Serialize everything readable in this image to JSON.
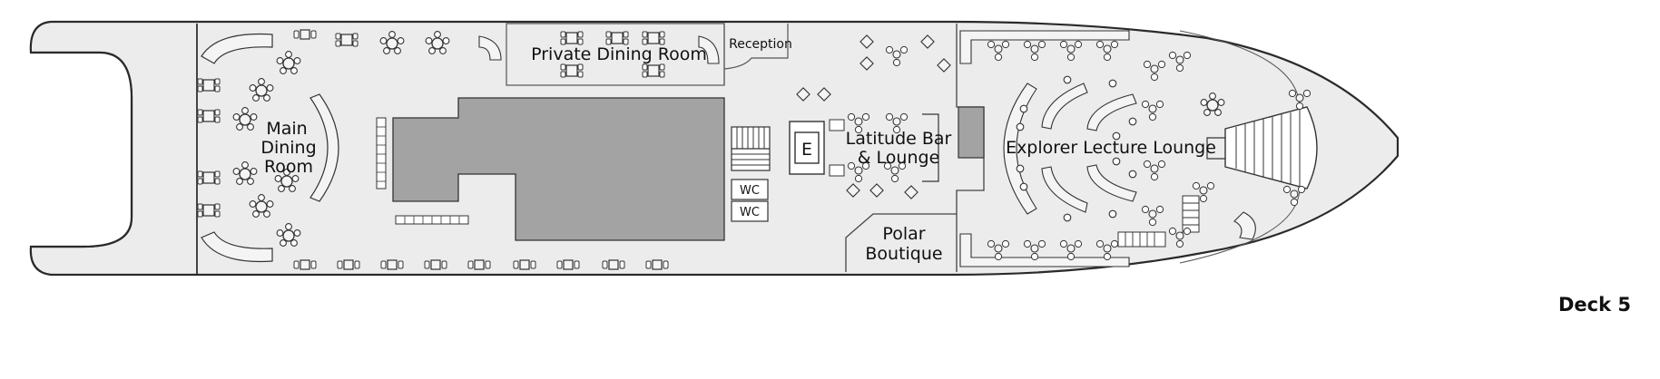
{
  "deck": {
    "title": "Deck 5",
    "rooms": {
      "main_dining": [
        "Main",
        "Dining",
        "Room"
      ],
      "private_dining": "Private Dining Room",
      "reception": "Reception",
      "latitude_bar": [
        "Latitude Bar",
        "& Lounge"
      ],
      "elevator": "E",
      "wc_upper": "WC",
      "wc_lower": "WC",
      "polar_boutique": [
        "Polar",
        "Boutique"
      ],
      "explorer_lounge": "Explorer Lecture Lounge"
    }
  },
  "colors": {
    "hull_stroke": "#2a2a2a",
    "deck_fill": "#ececec",
    "core_fill": "#a3a3a3",
    "furniture_fill": "#f4f4f4"
  }
}
